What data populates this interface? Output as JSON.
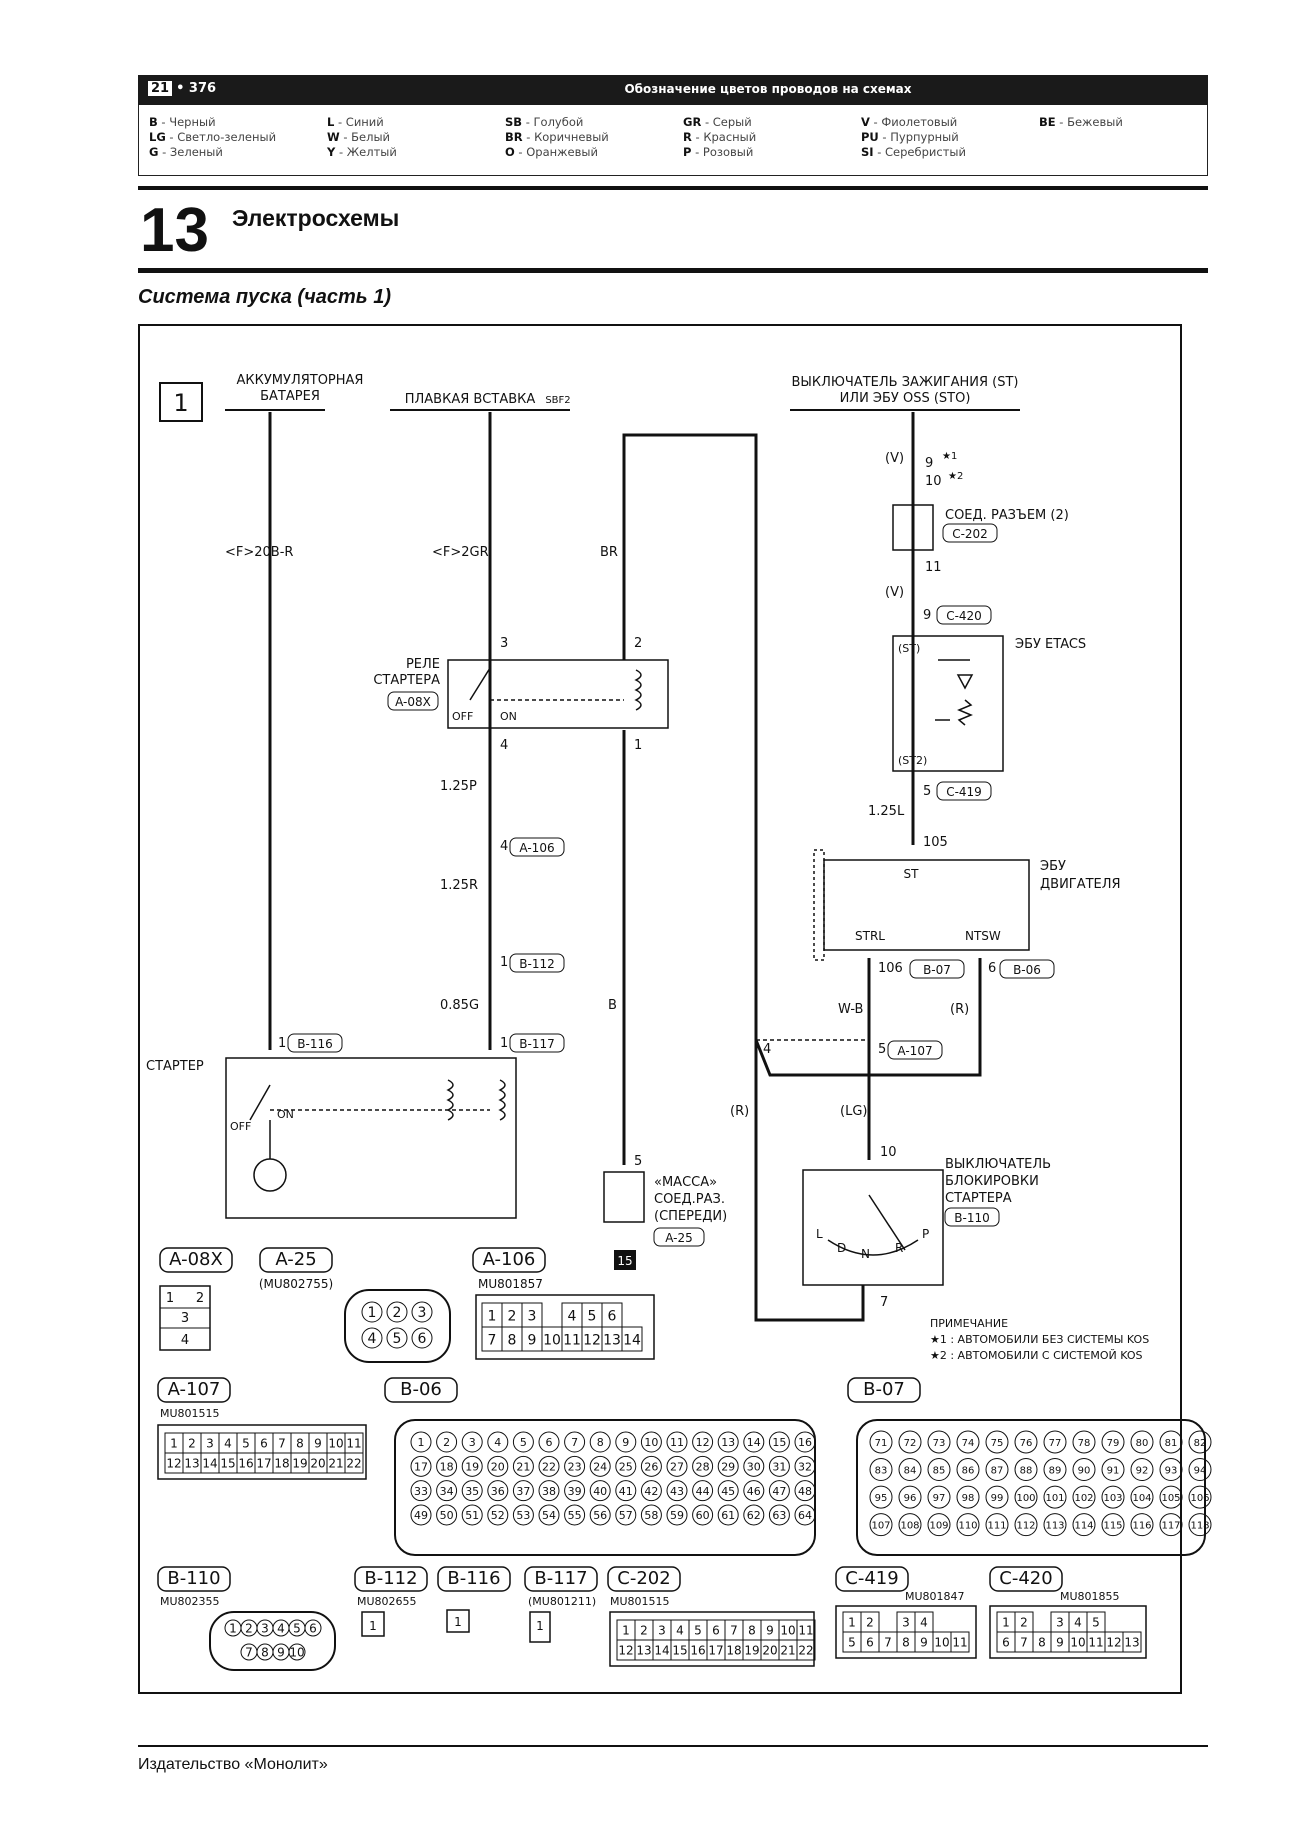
{
  "header": {
    "chapter_badge": "21",
    "page_number": "• 376",
    "title": "Обозначение цветов проводов на схемах"
  },
  "color_legend": [
    {
      "code": "B",
      "name": "Черный"
    },
    {
      "code": "LG",
      "name": "Светло-зеленый"
    },
    {
      "code": "G",
      "name": "Зеленый"
    },
    {
      "code": "L",
      "name": "Синий"
    },
    {
      "code": "W",
      "name": "Белый"
    },
    {
      "code": "Y",
      "name": "Желтый"
    },
    {
      "code": "SB",
      "name": "Голубой"
    },
    {
      "code": "BR",
      "name": "Коричневый"
    },
    {
      "code": "O",
      "name": "Оранжевый"
    },
    {
      "code": "GR",
      "name": "Серый"
    },
    {
      "code": "R",
      "name": "Красный"
    },
    {
      "code": "P",
      "name": "Розовый"
    },
    {
      "code": "V",
      "name": "Фиолетовый"
    },
    {
      "code": "PU",
      "name": "Пурпурный"
    },
    {
      "code": "SI",
      "name": "Серебристый"
    },
    {
      "code": "BE",
      "name": "Бежевый"
    }
  ],
  "section": {
    "number": "13",
    "title": "Электросхемы"
  },
  "subtitle": "Система пуска (часть 1)",
  "footer": "Издательство «Монолит»",
  "diagram": {
    "sheet_number": "1",
    "labels": {
      "battery": [
        "АККУМУЛЯТОРНАЯ",
        "БАТАРЕЯ"
      ],
      "fuse": "ПЛАВКАЯ ВСТАВКА",
      "fuse_badge": "SBF2",
      "ignition": [
        "ВЫКЛЮЧАТЕЛЬ ЗАЖИГАНИЯ (ST)",
        "ИЛИ ЭБУ OSS (STO)"
      ],
      "relay": [
        "РЕЛЕ",
        "СТАРТЕРА"
      ],
      "starter": "СТАРТЕР",
      "connector_c202": "СОЕД. РАЗЪЕМ (2)",
      "etacs": "ЭБУ ETACS",
      "engine_ecu": [
        "ЭБУ",
        "ДВИГАТЕЛЯ"
      ],
      "ground": [
        "«МАССА»",
        "СОЕД.РАЗ.",
        "(СПЕРЕДИ)"
      ],
      "inhibitor": [
        "ВЫКЛЮЧАТЕЛЬ",
        "БЛОКИРОВКИ",
        "СТАРТЕРА"
      ],
      "note_title": "ПРИМЕЧАНИЕ",
      "note_1": "★1 : АВТОМОБИЛИ БЕЗ СИСТЕМЫ KOS",
      "note_2": "★2 : АВТОМОБИЛИ С СИСТЕМОЙ KOS"
    },
    "wires": {
      "battery": "<F>20B-R",
      "fuse": "<F>2GR",
      "br": "BR",
      "p125": "1.25P",
      "r125": "1.25R",
      "g085": "0.85G",
      "b": "B",
      "v1": "(V)",
      "v2": "(V)",
      "l125": "1.25L",
      "wb": "W-B",
      "r_right": "(R)",
      "r_left": "(R)",
      "lg": "(LG)"
    },
    "pins": {
      "ign_9": "9",
      "ign_10": "10",
      "star1": "★1",
      "star2": "★2",
      "c202_11": "11",
      "relay_3": "3",
      "relay_2": "2",
      "relay_4": "4",
      "relay_1": "1",
      "a106_4": "4",
      "b112_1": "1",
      "b116_1": "1",
      "b117_1": "1",
      "c420_9": "9",
      "c419_5": "5",
      "ecu_105": "105",
      "ecu_106": "106",
      "ecu_6": "6",
      "a107_5": "5",
      "a107_4": "4",
      "inh_10": "10",
      "inh_7": "7",
      "gnd_5": "5",
      "ground_badge": "15",
      "off": "OFF",
      "on": "ON",
      "st": "(ST)",
      "st2": "(ST2)",
      "ecu_st": "ST",
      "ecu_strl": "STRL",
      "ecu_ntsw": "NTSW",
      "inh_l": "L",
      "inh_d": "D",
      "inh_n": "N",
      "inh_r": "R",
      "inh_p": "P"
    },
    "connector_refs": {
      "relay": "A-08X",
      "b116": "B-116",
      "b117": "B-117",
      "a106": "A-106",
      "b112": "B-112",
      "c202": "C-202",
      "c420": "C-420",
      "c419": "C-419",
      "b07": "B-07",
      "b06": "B-06",
      "a107": "A-107",
      "b110": "B-110",
      "a25": "A-25"
    },
    "connectors": {
      "a08x": {
        "name": "A-08X",
        "pins": [
          "1",
          "2",
          "3",
          "4"
        ]
      },
      "a25": {
        "name": "A-25",
        "part": "(MU802755)",
        "pins": [
          "1",
          "2",
          "3",
          "4",
          "5",
          "6"
        ]
      },
      "a106": {
        "name": "A-106",
        "part": "MU801857",
        "rows": [
          [
            "1",
            "2",
            "3",
            "",
            "4",
            "5",
            "6"
          ],
          [
            "7",
            "8",
            "9",
            "10",
            "11",
            "12",
            "13",
            "14"
          ]
        ]
      },
      "a107": {
        "name": "A-107",
        "part": "MU801515",
        "rows": [
          [
            "1",
            "2",
            "3",
            "4",
            "5",
            "6",
            "7",
            "8",
            "9",
            "10",
            "11"
          ],
          [
            "12",
            "13",
            "14",
            "15",
            "16",
            "17",
            "18",
            "19",
            "20",
            "21",
            "22"
          ]
        ]
      },
      "b06": {
        "name": "B-06",
        "rows": [
          [
            "1",
            "2",
            "3",
            "4",
            "5",
            "6",
            "7",
            "8",
            "9",
            "10",
            "11",
            "12",
            "13",
            "14",
            "15",
            "16"
          ],
          [
            "17",
            "18",
            "19",
            "20",
            "21",
            "22",
            "23",
            "24",
            "25",
            "26",
            "27",
            "28",
            "29",
            "30",
            "31",
            "32"
          ],
          [
            "33",
            "34",
            "35",
            "36",
            "37",
            "38",
            "39",
            "40",
            "41",
            "42",
            "43",
            "44",
            "45",
            "46",
            "47",
            "48"
          ],
          [
            "49",
            "50",
            "51",
            "52",
            "53",
            "54",
            "55",
            "56",
            "57",
            "58",
            "59",
            "60",
            "61",
            "62",
            "63",
            "64"
          ]
        ]
      },
      "b07": {
        "name": "B-07",
        "rows": [
          [
            "71",
            "72",
            "73",
            "74",
            "75",
            "76",
            "77",
            "78",
            "79",
            "80",
            "81",
            "82"
          ],
          [
            "83",
            "84",
            "85",
            "86",
            "87",
            "88",
            "89",
            "90",
            "91",
            "92",
            "93",
            "94"
          ],
          [
            "95",
            "96",
            "97",
            "98",
            "99",
            "100",
            "101",
            "102",
            "103",
            "104",
            "105",
            "106"
          ],
          [
            "107",
            "108",
            "109",
            "110",
            "111",
            "112",
            "113",
            "114",
            "115",
            "116",
            "117",
            "118"
          ]
        ]
      },
      "b110": {
        "name": "B-110",
        "part": "MU802355",
        "rows": [
          [
            "1",
            "2",
            "3",
            "4",
            "5",
            "6"
          ],
          [
            "7",
            "8",
            "9",
            "10"
          ]
        ]
      },
      "b112": {
        "name": "B-112",
        "part": "MU802655",
        "pins": [
          "1"
        ]
      },
      "b116": {
        "name": "B-116",
        "pins": [
          "1"
        ]
      },
      "b117": {
        "name": "B-117",
        "part": "(MU801211)",
        "pins": [
          "1"
        ]
      },
      "c202": {
        "name": "C-202",
        "part": "MU801515",
        "rows": [
          [
            "1",
            "2",
            "3",
            "4",
            "5",
            "6",
            "7",
            "8",
            "9",
            "10",
            "11"
          ],
          [
            "12",
            "13",
            "14",
            "15",
            "16",
            "17",
            "18",
            "19",
            "20",
            "21",
            "22"
          ]
        ]
      },
      "c419": {
        "name": "C-419",
        "part": "MU801847",
        "rows": [
          [
            "1",
            "2",
            "",
            "3",
            "4"
          ],
          [
            "5",
            "6",
            "7",
            "8",
            "9",
            "10",
            "11"
          ]
        ]
      },
      "c420": {
        "name": "C-420",
        "part": "MU801855",
        "rows": [
          [
            "1",
            "2",
            "",
            "3",
            "4",
            "5"
          ],
          [
            "6",
            "7",
            "8",
            "9",
            "10",
            "11",
            "12",
            "13"
          ]
        ]
      }
    }
  }
}
